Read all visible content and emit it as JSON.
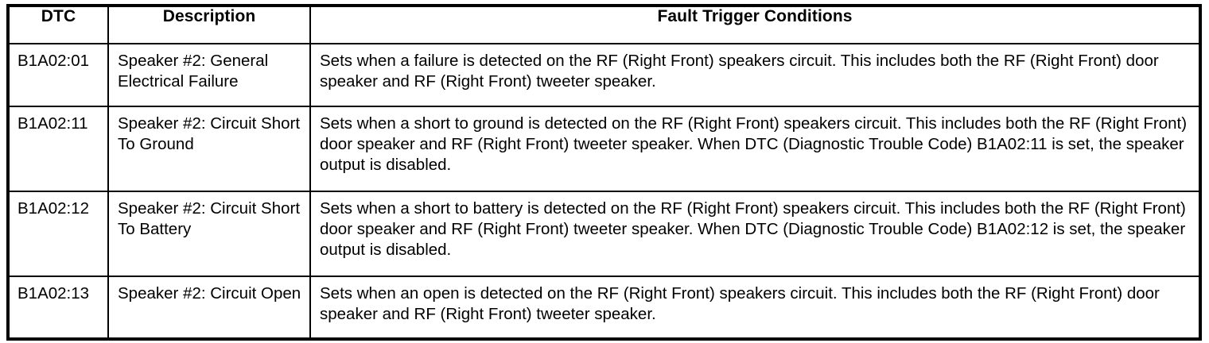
{
  "table": {
    "columns": [
      {
        "key": "dtc",
        "label": "DTC"
      },
      {
        "key": "description",
        "label": "Description"
      },
      {
        "key": "conditions",
        "label": "Fault Trigger Conditions"
      }
    ],
    "rows": [
      {
        "dtc": "B1A02:01",
        "description": "Speaker #2: General Electrical Failure",
        "conditions": "Sets when a failure is detected on the RF (Right Front) speakers circuit. This includes both the RF (Right Front) door speaker and RF (Right Front) tweeter speaker."
      },
      {
        "dtc": "B1A02:11",
        "description": "Speaker #2: Circuit Short To Ground",
        "conditions": "Sets when a short to ground is detected on the RF (Right Front) speakers circuit. This includes both the RF (Right Front) door speaker and RF (Right Front) tweeter speaker. When DTC (Diagnostic Trouble Code) B1A02:11 is set, the speaker output is disabled."
      },
      {
        "dtc": "B1A02:12",
        "description": "Speaker #2: Circuit Short To Battery",
        "conditions": "Sets when a short to battery is detected on the RF (Right Front) speakers circuit. This includes both the RF (Right Front) door speaker and RF (Right Front) tweeter speaker. When DTC (Diagnostic Trouble Code) B1A02:12 is set, the speaker output is disabled."
      },
      {
        "dtc": "B1A02:13",
        "description": "Speaker #2: Circuit Open",
        "conditions": "Sets when an open is detected on the RF (Right Front) speakers circuit. This includes both the RF (Right Front) door speaker and RF (Right Front) tweeter speaker."
      }
    ]
  },
  "colors": {
    "border": "#000000",
    "text": "#000000",
    "background": "#ffffff"
  }
}
